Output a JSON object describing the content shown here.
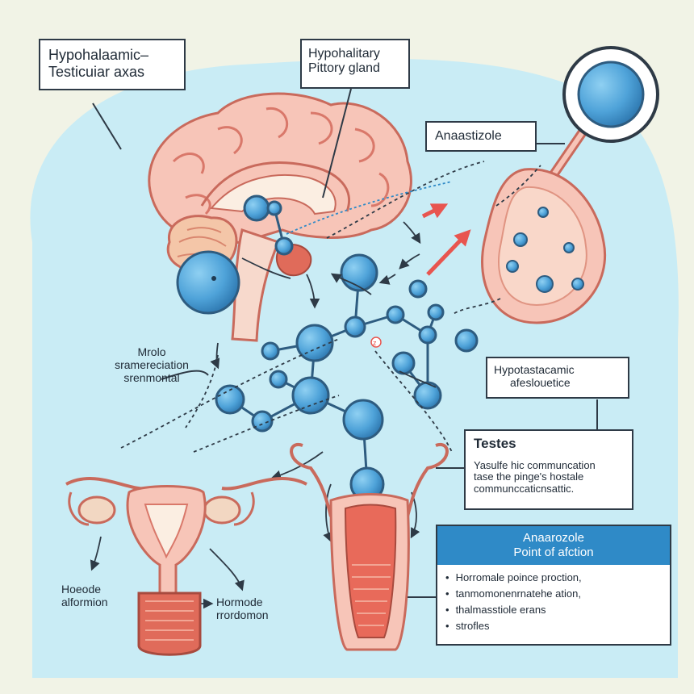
{
  "labels": {
    "axis_title": [
      "Hypohalaamic–",
      "Testicuiar axas"
    ],
    "pituitary": [
      "Hypohalitary",
      "Pittory gland"
    ],
    "drug": "Anaastizole",
    "left_note": [
      "Mrolo",
      "sramereciation",
      "srenmontal"
    ],
    "hypo_box": [
      "Hypotastacamic",
      "afeslouetice"
    ],
    "testes": {
      "title": "Testes",
      "lines": [
        "Yasulfe hic communcation",
        "tase the pinge's hostale",
        "communccaticnsattic."
      ]
    },
    "bottom_left": [
      "Hoeode",
      "alformion"
    ],
    "bottom_mid": [
      "Hormode",
      "rrordomon"
    ]
  },
  "action": {
    "title": [
      "Anaarozole",
      "Point of afction"
    ],
    "items": [
      "Horromale poince proction,",
      "tanmomonenrnatehe ation,",
      "thalmasstiole erans",
      "strofles"
    ]
  },
  "colors": {
    "background": "#f1f3e6",
    "panel": "#c9ecf5",
    "tissue": "#f7c5b8",
    "tissue_dark": "#e07c6e",
    "molecule": "#4fa3d9",
    "accent_blue": "#2f8ac7",
    "arrow_red": "#e8554f"
  }
}
